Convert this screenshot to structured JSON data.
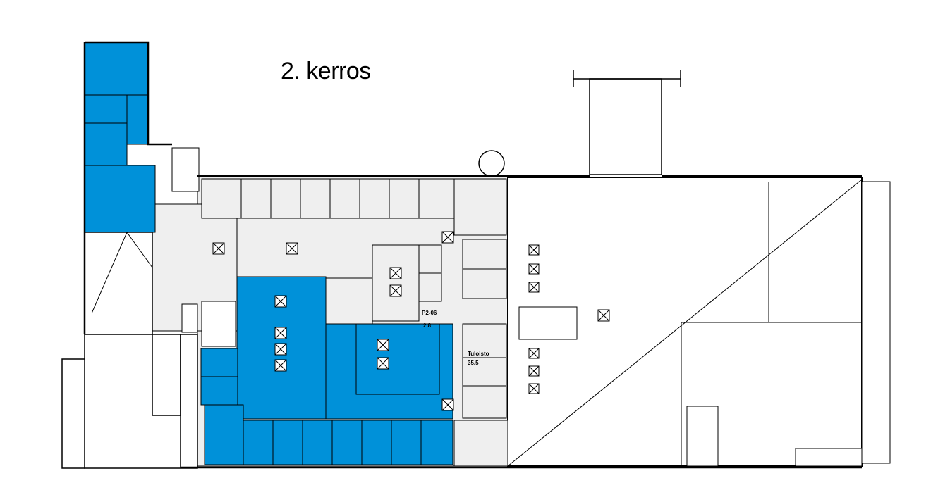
{
  "title": "2. kerros",
  "labels": {
    "room_p206": "P2-06",
    "room_p206_area": "2.8",
    "lobby": "Tuloisto",
    "lobby_area": "35.5"
  },
  "colors": {
    "highlight": "#0091d9",
    "corridor": "#efefef",
    "wall": "#000000"
  }
}
